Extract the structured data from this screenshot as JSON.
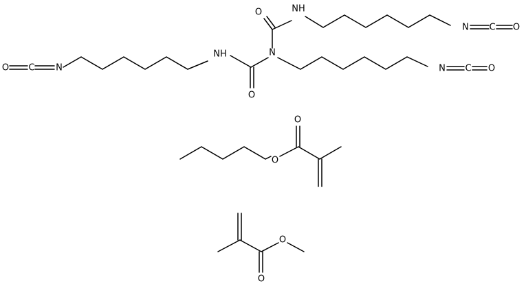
{
  "molecules": [
    {
      "id": "triisocyanate-biuret",
      "atoms": {
        "o_left": "O",
        "c_left": "C",
        "n_left": "N",
        "nh_left": "NH",
        "o_urea_bottom": "O",
        "n_center": "N",
        "o_urea_top": "O",
        "nh_top": "NH",
        "n_iso_top": "N",
        "c_iso_top": "C",
        "o_iso_top": "O",
        "n_iso_right": "N",
        "c_iso_right": "C",
        "o_iso_right": "O"
      }
    },
    {
      "id": "butyl-methacrylate",
      "atoms": {
        "o_carbonyl": "O",
        "o_ester": "O"
      }
    },
    {
      "id": "methyl-methacrylate",
      "atoms": {
        "o_ester": "O",
        "o_carbonyl": "O"
      }
    }
  ]
}
